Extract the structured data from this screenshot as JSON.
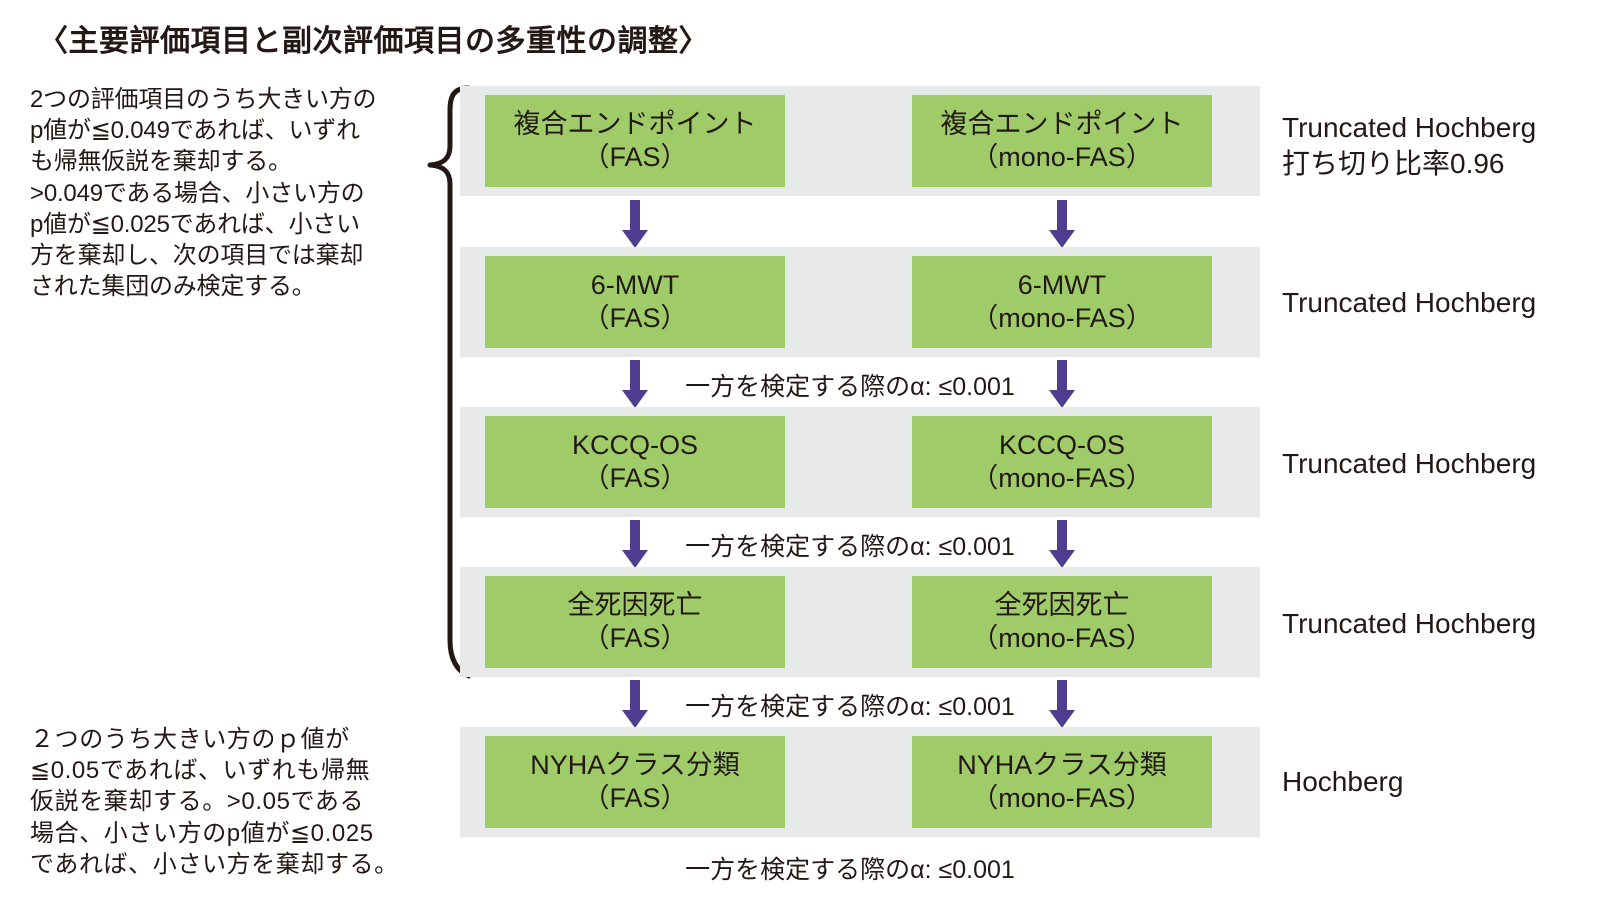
{
  "title": "〈主要評価項目と副次評価項目の多重性の調整〉",
  "notes": {
    "top": "2つの評価項目のうち大きい方の\np値が≦0.049であれば、いずれ\nも帰無仮説を棄却する。\n>0.049である場合、小さい方の\np値が≦0.025であれば、小さい\n方を棄却し、次の項目では棄却\nされた集団のみ検定する。",
    "bottom": "２つのうち大きい方のｐ値が\n≦0.05であれば、いずれも帰無\n仮説を棄却する。>0.05である\n場合、小さい方のp値が≦0.025\nであれば、小さい方を棄却する。"
  },
  "rows": [
    {
      "left": {
        "line1": "複合エンドポイント",
        "line2": "（FAS）"
      },
      "right": {
        "line1": "複合エンドポイント",
        "line2": "（mono-FAS）"
      },
      "method": "Truncated Hochberg\n打ち切り比率0.96",
      "alpha_below": ""
    },
    {
      "left": {
        "line1": "6-MWT",
        "line2": "（FAS）"
      },
      "right": {
        "line1": "6-MWT",
        "line2": "（mono-FAS）"
      },
      "method": "Truncated Hochberg",
      "alpha_below": "一方を検定する際のα: ≤0.001"
    },
    {
      "left": {
        "line1": "KCCQ-OS",
        "line2": "（FAS）"
      },
      "right": {
        "line1": "KCCQ-OS",
        "line2": "（mono-FAS）"
      },
      "method": "Truncated Hochberg",
      "alpha_below": "一方を検定する際のα: ≤0.001"
    },
    {
      "left": {
        "line1": "全死因死亡",
        "line2": "（FAS）"
      },
      "right": {
        "line1": "全死因死亡",
        "line2": "（mono-FAS）"
      },
      "method": "Truncated Hochberg",
      "alpha_below": "一方を検定する際のα: ≤0.001"
    },
    {
      "left": {
        "line1": "NYHAクラス分類",
        "line2": "（FAS）"
      },
      "right": {
        "line1": "NYHAクラス分類",
        "line2": "（mono-FAS）"
      },
      "method": "Hochberg",
      "alpha_below": "一方を検定する際のα: ≤0.001"
    }
  ],
  "footer_alpha": "一方を検定する際のα: ≤0.001",
  "colors": {
    "box_green": "#9fcc69",
    "band_gray": "#e8eaea",
    "arrow_purple": "#4f3e8f",
    "text": "#231815",
    "background": "#ffffff"
  }
}
